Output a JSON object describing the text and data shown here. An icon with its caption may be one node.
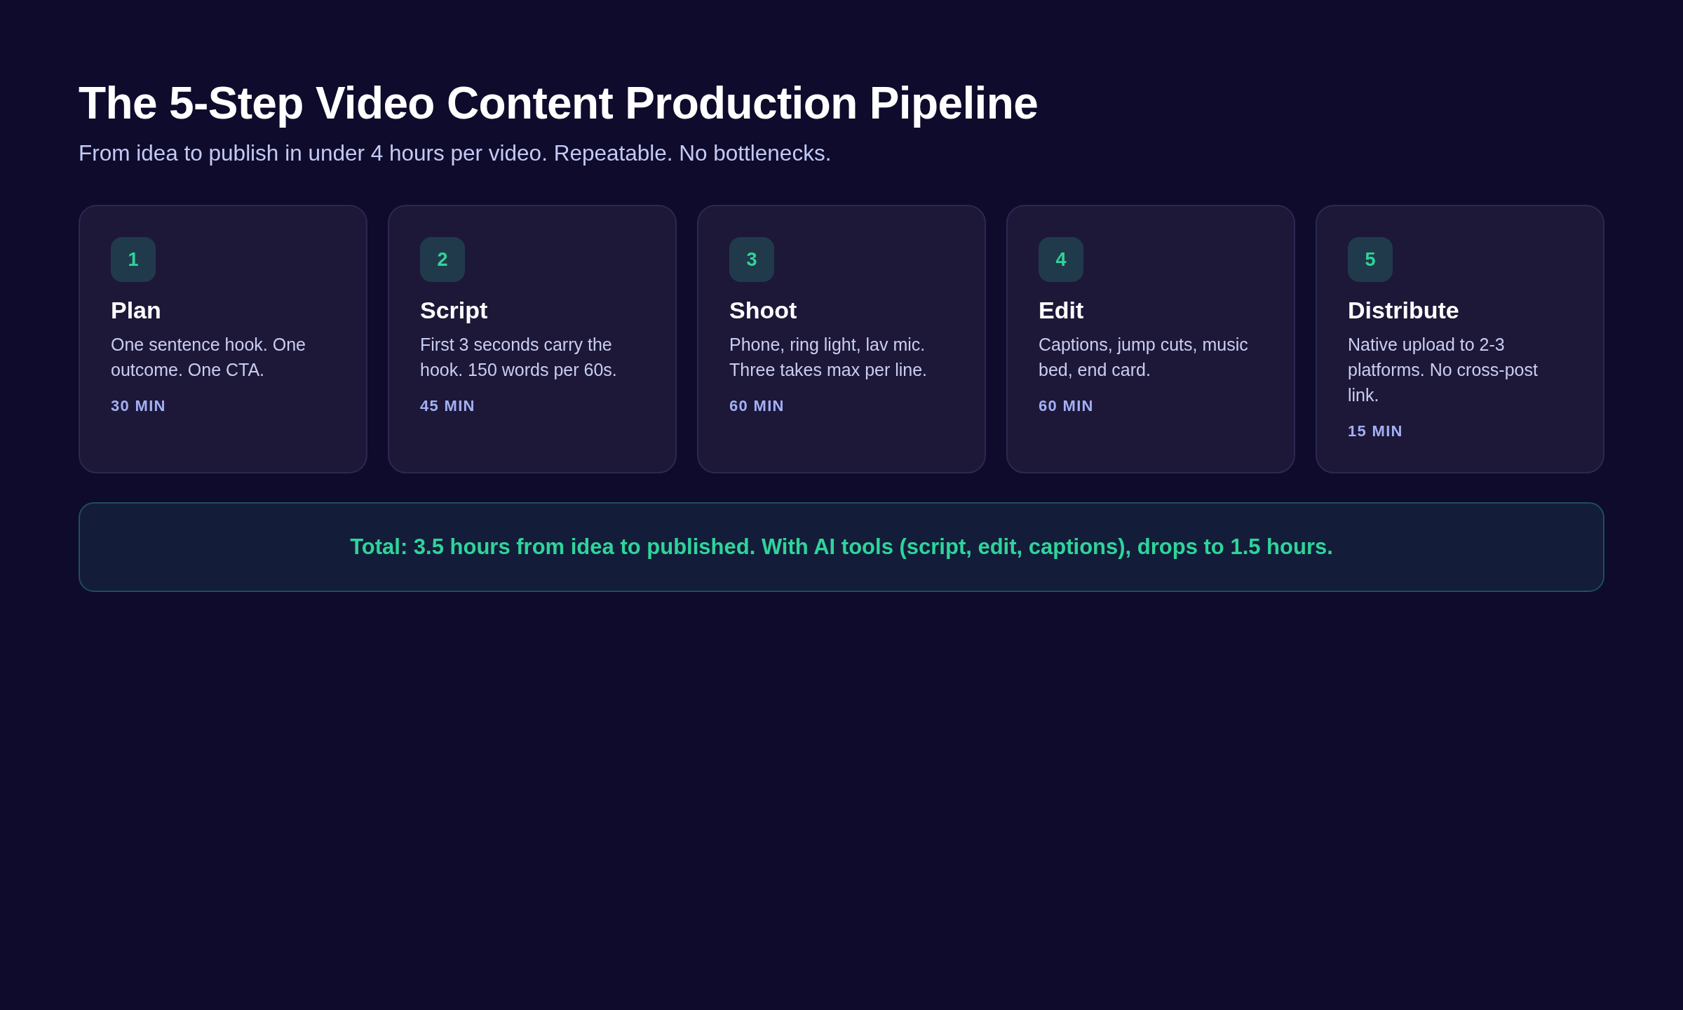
{
  "diagram": {
    "title": "The 5-Step Video Content Production Pipeline",
    "nodes": [
      {
        "text": [
          "Plan",
          "One sentence hook. One outcome. One CTA.",
          "30 MIN"
        ]
      },
      {
        "text": [
          "1"
        ],
        "in": 0
      },
      {
        "text": [
          "Script",
          "First 3 seconds carry the hook. 150 words per 60s.",
          "45 MIN"
        ]
      },
      {
        "text": [
          "2"
        ],
        "in": 2
      },
      {
        "text": [
          "Shoot",
          "Phone, ring light, lav mic. Three takes max per line.",
          "60 MIN"
        ]
      },
      {
        "text": [
          "3"
        ],
        "in": 4
      },
      {
        "text": [
          "Edit",
          "Captions, jump cuts, music bed, end card.",
          "60 MIN"
        ]
      },
      {
        "text": [
          "4"
        ],
        "in": 6
      },
      {
        "text": [
          "Distribute",
          "Native upload to 2-3 platforms. No cross-post link.",
          "15 MIN"
        ]
      },
      {
        "text": [
          "5"
        ],
        "in": 8
      },
      {
        "text": [
          "Total: 3.5 hours from idea to published. With AI tools (script, edit, captions), drops to 1.5 hours."
        ]
      }
    ],
    "labels": [
      "From idea to publish in under 4 hours per video. Repeatable. No bottlenecks."
    ]
  }
}
